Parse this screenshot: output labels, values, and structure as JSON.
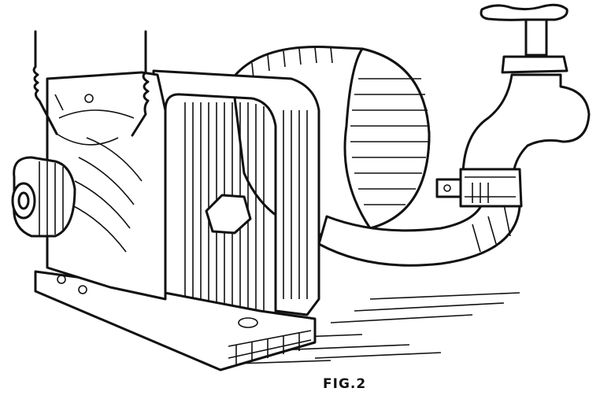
{
  "figure": {
    "caption": "FIG.2",
    "subject": "water motor connected to faucet",
    "colors": {
      "ink": "#111111",
      "paper": "#ffffff"
    },
    "parts": [
      "lead-wire-left",
      "lead-wire-right",
      "motor-housing",
      "field-frame",
      "pole-piece-hex-bolt",
      "flywheel-pulley",
      "hose-pipe",
      "hose-clamp",
      "faucet",
      "faucet-handle",
      "adjustment-knob",
      "base-plate"
    ]
  }
}
